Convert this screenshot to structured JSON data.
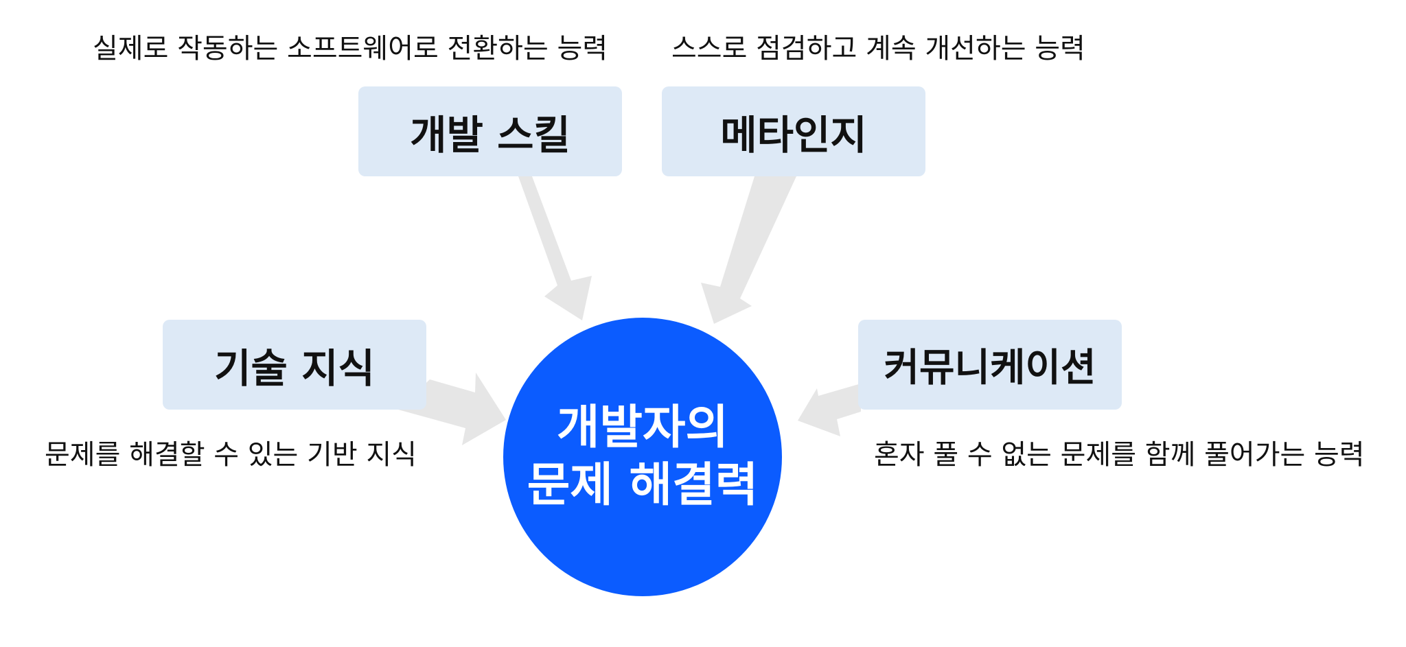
{
  "center": {
    "line1": "개발자의",
    "line2": "문제 해결력"
  },
  "skills": {
    "dev_skill": {
      "label": "개발 스킬",
      "description": "실제로 작동하는 소프트웨어로 전환하는 능력"
    },
    "metacognition": {
      "label": "메타인지",
      "description": "스스로 점검하고 계속 개선하는 능력"
    },
    "tech_knowledge": {
      "label": "기술 지식",
      "description": "문제를 해결할 수 있는 기반 지식"
    },
    "communication": {
      "label": "커뮤니케이션",
      "description": "혼자 풀 수 없는 문제를 함께 풀어가는 능력"
    }
  },
  "colors": {
    "box_fill": "#dde9f6",
    "arrow_fill": "#e6e6e6",
    "center_fill": "#0b5cff",
    "center_text": "#ffffff"
  }
}
